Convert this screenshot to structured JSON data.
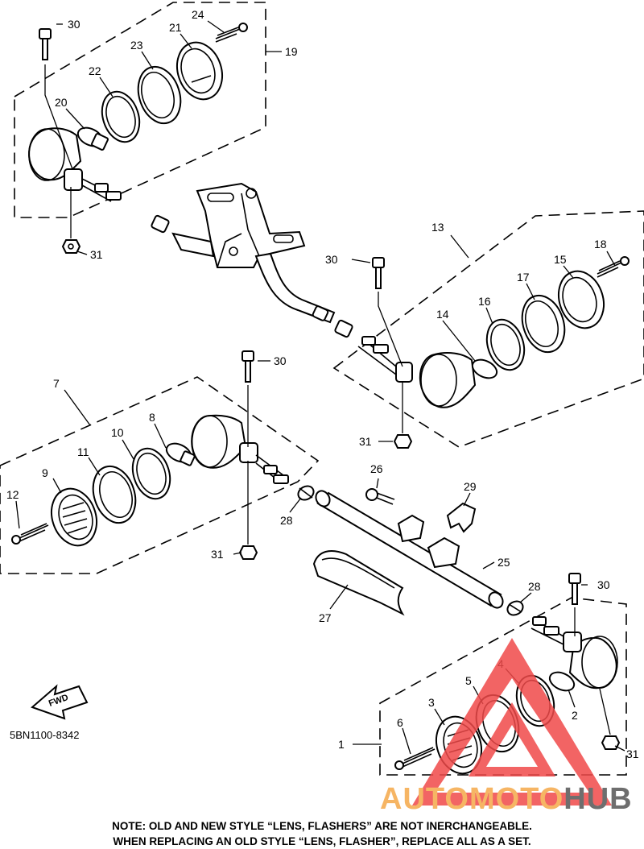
{
  "diagram": {
    "drawing_code": "5BN1100-8342",
    "fwd_label": "FWD",
    "callouts": [
      "1",
      "2",
      "3",
      "4",
      "5",
      "6",
      "7",
      "8",
      "9",
      "10",
      "11",
      "12",
      "13",
      "14",
      "15",
      "16",
      "17",
      "18",
      "19",
      "20",
      "21",
      "22",
      "23",
      "24",
      "25",
      "26",
      "27",
      "28",
      "29",
      "30",
      "31"
    ],
    "watermark": {
      "part1": "AUTOMOTO",
      "part2": "HUB",
      "color1": "#f5a94a",
      "color2": "#555555",
      "triangle_color": "#f04a4a"
    },
    "note_line1": "NOTE: OLD AND NEW STYLE “LENS, FLASHERS”  ARE NOT INERCHANGEABLE.",
    "note_line2": "WHEN REPLACING AN OLD STYLE “LENS, FLASHER”, REPLACE ALL AS A SET."
  }
}
